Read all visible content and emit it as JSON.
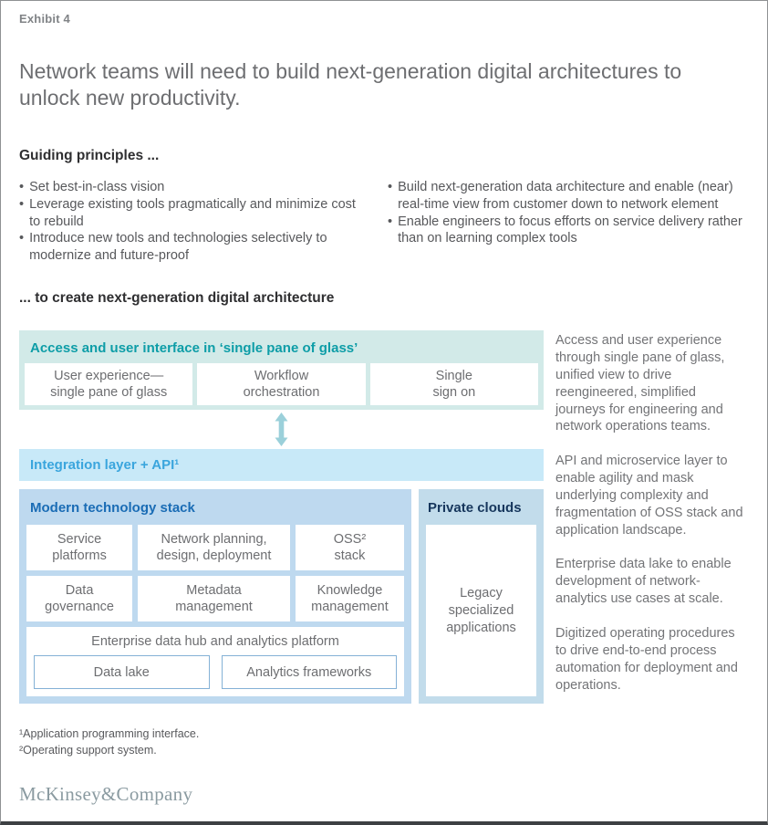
{
  "header": {
    "exhibit_label": "Exhibit 4",
    "title": "Network teams will need to build next-generation digital architectures to unlock new productivity."
  },
  "guiding": {
    "heading": "Guiding principles ...",
    "left_bullets": [
      "Set best-in-class vision",
      "Leverage existing tools pragmatically and minimize cost to rebuild",
      "Introduce new tools and technologies selectively to modernize and future-proof"
    ],
    "right_bullets": [
      "Build next-generation data architecture and enable (near) real-time view from customer down to network element",
      "Enable engineers to focus efforts on service delivery rather than on learning complex tools"
    ]
  },
  "architecture_heading": "... to create next-generation digital architecture",
  "diagram": {
    "access": {
      "header": "Access and user interface in ‘single pane of glass’",
      "boxes": [
        {
          "line1": "User experience—",
          "line2": "single pane of glass"
        },
        {
          "line1": "Workflow",
          "line2": "orchestration"
        },
        {
          "line1": "Single",
          "line2": "sign on"
        }
      ]
    },
    "integration": {
      "header": "Integration layer + API¹"
    },
    "modern_stack": {
      "header": "Modern technology stack",
      "row1": [
        {
          "line1": "Service",
          "line2": "platforms"
        },
        {
          "line1": "Network planning,",
          "line2": "design, deployment"
        },
        {
          "line1": "OSS²",
          "line2": "stack"
        }
      ],
      "row2": [
        {
          "line1": "Data",
          "line2": "governance"
        },
        {
          "line1": "Metadata",
          "line2": "management"
        },
        {
          "line1": "Knowledge",
          "line2": "management"
        }
      ],
      "hub": {
        "header": "Enterprise data hub and analytics platform",
        "boxes": [
          "Data lake",
          "Analytics frameworks"
        ]
      }
    },
    "private_clouds": {
      "header": "Private clouds",
      "box": "Legacy specialized applications"
    }
  },
  "side_notes": [
    "Access and user experience through single pane of glass, unified view to drive reengineered, simplified journeys for engineering and network operations teams.",
    "API and microservice layer to enable agility and mask underlying complexity and fragmentation of OSS stack and application landscape.",
    "Enterprise data lake to enable development of network-analytics use cases at scale.",
    "Digitized operating procedures to drive end-to-end process automation for deployment and operations."
  ],
  "footnotes": [
    "¹Application programming interface.",
    "²Operating support system."
  ],
  "logo_text": "McKinsey&Company",
  "colors": {
    "access_bg": "#d2eae8",
    "access_header_text": "#0d9da7",
    "integration_bg": "#c8e9f8",
    "integration_text": "#3aa5dd",
    "modern_bg": "#bed9ef",
    "modern_header_text": "#1a6cb5",
    "private_bg": "#c2dceb",
    "private_header_text": "#16365c",
    "arrow": "#9bd0da",
    "hub_cell_border": "#84b1d6",
    "body_text": "#57585b",
    "box_text": "#6d6e71",
    "title_text": "#6d6e71",
    "logo_text": "#8b9ba1"
  }
}
